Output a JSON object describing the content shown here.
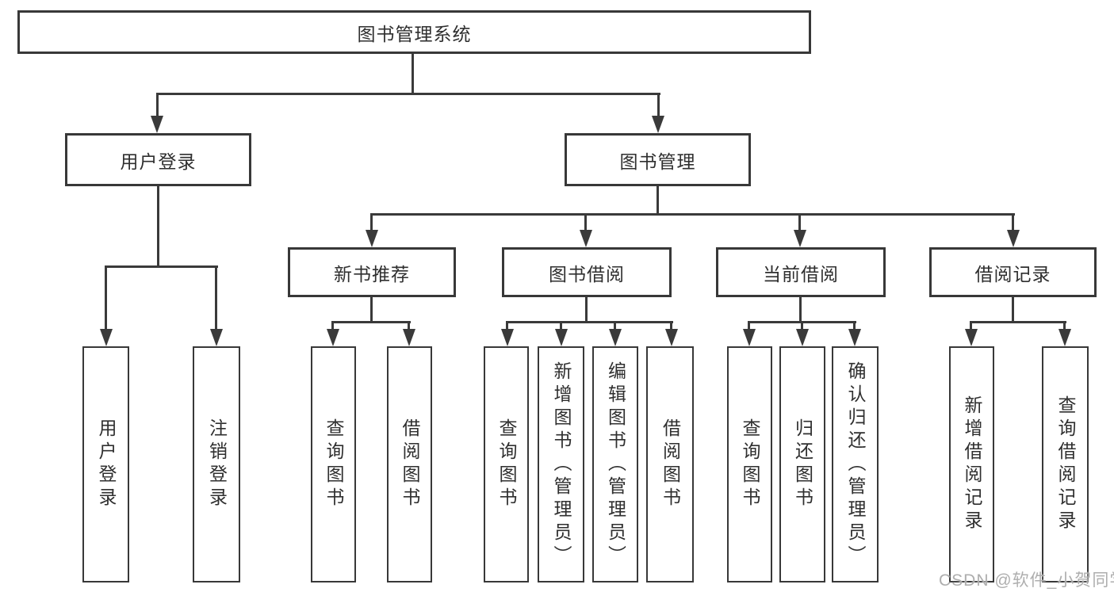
{
  "diagram_title": "图书管理系统",
  "watermark": "CSDN @软件_小贺同学",
  "colors": {
    "line": "#3a3a3a",
    "box_border": "#383838",
    "box_fill": "#ffffff",
    "text": "#2f2f2f",
    "watermark": "#aaaaaa"
  },
  "hierarchy": {
    "label": "图书管理系统",
    "children": [
      {
        "label": "用户登录",
        "children": [
          {
            "label": "用户登录"
          },
          {
            "label": "注销登录"
          }
        ]
      },
      {
        "label": "图书管理",
        "children": [
          {
            "label": "新书推荐",
            "children": [
              {
                "label": "查询图书"
              },
              {
                "label": "借阅图书"
              }
            ]
          },
          {
            "label": "图书借阅",
            "children": [
              {
                "label": "查询图书"
              },
              {
                "label": "新增图书（管理员）"
              },
              {
                "label": "编辑图书（管理员）"
              },
              {
                "label": "借阅图书"
              }
            ]
          },
          {
            "label": "当前借阅",
            "children": [
              {
                "label": "查询图书"
              },
              {
                "label": "归还图书"
              },
              {
                "label": "确认归还（管理员）"
              }
            ]
          },
          {
            "label": "借阅记录",
            "children": [
              {
                "label": "新增借阅记录"
              },
              {
                "label": "查询借阅记录"
              }
            ]
          }
        ]
      }
    ]
  }
}
